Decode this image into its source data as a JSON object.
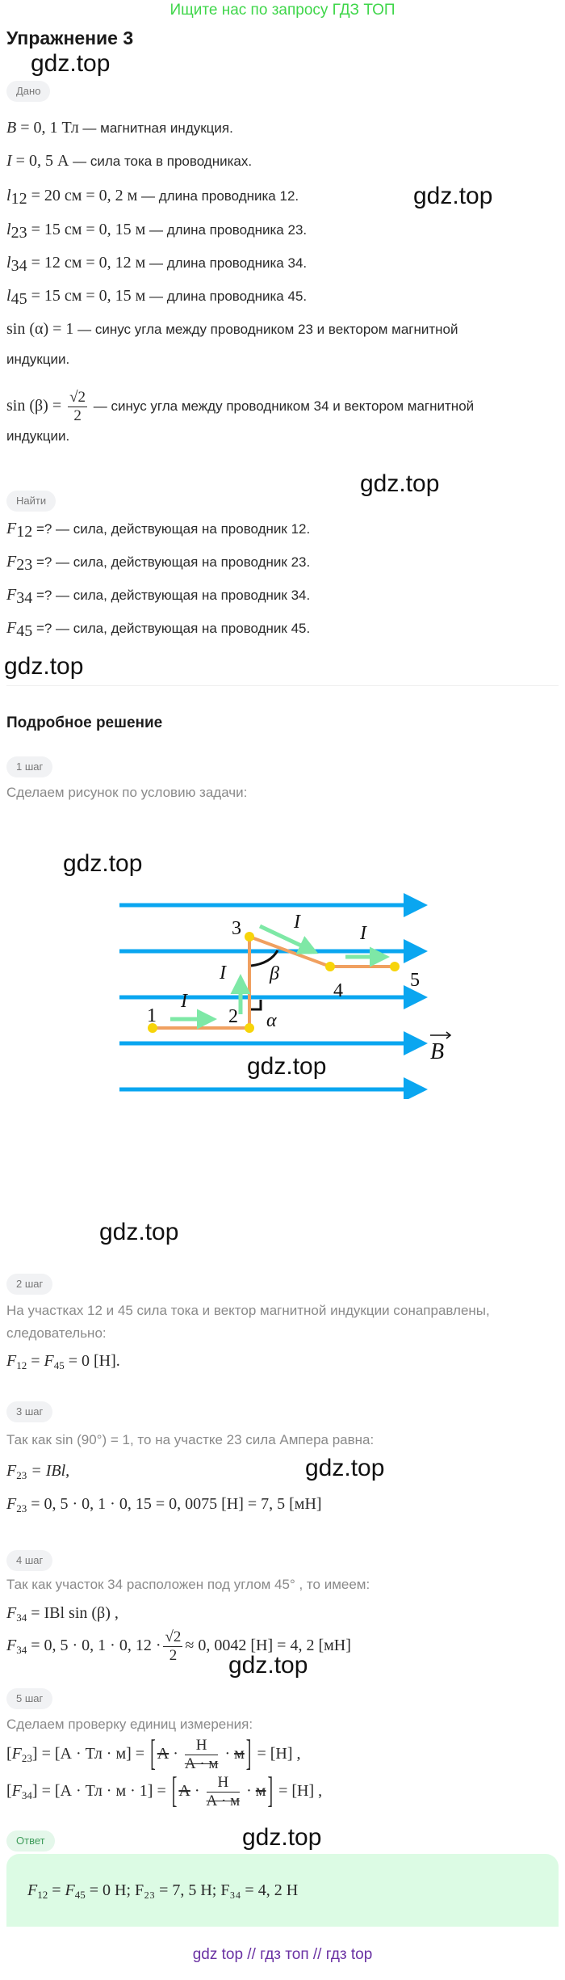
{
  "banner": "Ищите нас по запросу ГДЗ ТОП",
  "title": "Упражнение 3",
  "watermark": "gdz.top",
  "given": {
    "label": "Дано",
    "b": {
      "var": "B",
      "rest": " = 0, 1 Тл",
      "text": " — магнитная индукция."
    },
    "i": {
      "var": "I",
      "rest": " = 0, 5 А",
      "text": " — сила тока в проводниках."
    },
    "l12": {
      "var": "l",
      "sub": "12",
      "rest": " = 20 см = 0, 2 м",
      "text": " — длина проводника 12."
    },
    "l23": {
      "var": "l",
      "sub": "23",
      "rest": " = 15 см = 0, 15 м",
      "text": " — длина проводника 23."
    },
    "l34": {
      "var": "l",
      "sub": "34",
      "rest": " = 12 см = 0, 12 м",
      "text": " — длина проводника 34."
    },
    "l45": {
      "var": "l",
      "sub": "45",
      "rest": " = 15 см = 0, 15 м",
      "text": " — длина проводника 45."
    },
    "sin_a": {
      "math": "sin (α) = 1",
      "text": " — синус угла между проводником 23 и вектором магнитной",
      "cont": "индукции."
    },
    "sin_b": {
      "math": "sin (β) = ",
      "num": "√2",
      "den": "2",
      "text": " — синус угла между проводником 34 и вектором магнитной",
      "cont": "индукции."
    }
  },
  "find": {
    "label": "Найти",
    "items": [
      {
        "var": "F",
        "sub": "12",
        "text": " =? — сила, действующая на проводник 12."
      },
      {
        "var": "F",
        "sub": "23",
        "text": " =? — сила, действующая на проводник 23."
      },
      {
        "var": "F",
        "sub": "34",
        "text": " =? — сила, действующая на проводник 34."
      },
      {
        "var": "F",
        "sub": "45",
        "text": " =? — сила, действующая на проводник 45."
      }
    ]
  },
  "solution": {
    "heading": "Подробное решение",
    "step1": {
      "label": "1 шаг",
      "text": "Сделаем рисунок по условию задачи:"
    },
    "step2": {
      "label": "2 шаг",
      "text1": "На участках 12 и 45 сила тока и вектор магнитной индукции сонаправлены,",
      "text2": "следовательно:",
      "eq": " = 0  [Н]."
    },
    "step3": {
      "label": "3 шаг",
      "text": "Так как sin (90°) = 1, то на участке 23 сила Ампера равна:",
      "eq1": " = IBl,",
      "eq2": " = 0, 5 · 0, 1 · 0, 15 = 0, 0075  [Н] = 7, 5  [мН]"
    },
    "step4": {
      "label": "4 шаг",
      "text": "Так как участок 34 расположен под углом 45° , то имеем:",
      "eq1": " = IBl sin (β) ,",
      "eq2a": " = 0, 5 · 0, 1 · 0, 12 ·",
      "num": "√2",
      "den": "2",
      "eq2b": "≈ 0, 0042  [Н] = 4, 2  [мН]"
    },
    "step5": {
      "label": "5 шаг",
      "text": "Сделаем проверку единиц измерения:",
      "l1a": " = [А · Тл · м] =",
      "l2a": " = [А · Тл · м · 1] =",
      "cancel_a": "А",
      "dot": " · ",
      "num": "Н",
      "den": "А · м",
      "cancel_m": "м",
      "res": " = [Н] ,"
    },
    "answer": {
      "label": "Ответ",
      "text": " = 0 Н;  F₂₃ = 7, 5 Н;  F₃₄ = 4, 2 Н"
    }
  },
  "diagram": {
    "points": [
      "1",
      "2",
      "3",
      "4",
      "5"
    ],
    "current_label": "I",
    "alpha": "α",
    "beta": "β",
    "field_label": "B",
    "colors": {
      "field": "#0aa6f0",
      "wire": "#f0a060",
      "point": "#f7d40a",
      "current": "#7ee8a6"
    }
  },
  "footer": "gdz top  //  гдз топ  //  гдз top"
}
